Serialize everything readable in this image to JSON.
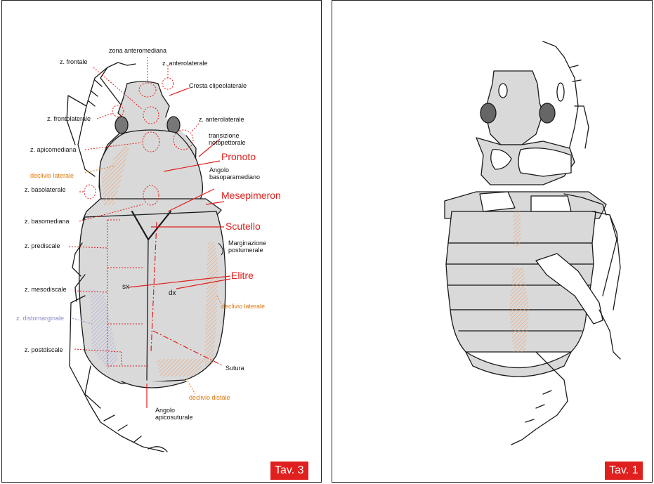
{
  "plates": [
    {
      "badge": "Tav. 3",
      "labels": {
        "zona_anteromediana": "zona anteromediana",
        "z_frontale": "z. frontale",
        "z_anterolaterale_top": "z. anterolaterale",
        "cresta_clipeolaterale": "Cresta clipeolaterale",
        "z_frontolaterale": "z. frontolaterale",
        "z_anterolaterale_2": "z. anterolaterale",
        "transizione": "transizione\nnotopettorale",
        "z_apicomediana": "z. apicomediana",
        "pronoto": "Pronoto",
        "declivio_laterale_left": "declivio laterale",
        "angolo_basoparamediano": "Angolo\nbasoparamediano",
        "z_basolaterale": "z. basolaterale",
        "mesepimeron": "Mesepimeron",
        "z_basomediana": "z. basomediana",
        "scutello": "Scutello",
        "z_prediscale": "z. prediscale",
        "marginazione": "Marginazione\npostumerale",
        "elitre": "Elitre",
        "z_mesodiscale": "z. mesodiscale",
        "sx": "sx",
        "dx": "dx",
        "declivio_laterale_right": "declivio laterale",
        "z_distomarginale": "z. distomarginale",
        "z_postdiscale": "z. postdiscale",
        "sutura": "Sutura",
        "declivio_distale": "declivio distale",
        "angolo_apicosuturale": "Angolo\napicosuturale"
      }
    },
    {
      "badge": "Tav. 1"
    }
  ],
  "colors": {
    "accent_red": "#e0201e",
    "orange": "#e07a10",
    "violet": "#8d8cc8",
    "body_fill": "#d9d9d9",
    "outline": "#1a1a1a"
  }
}
